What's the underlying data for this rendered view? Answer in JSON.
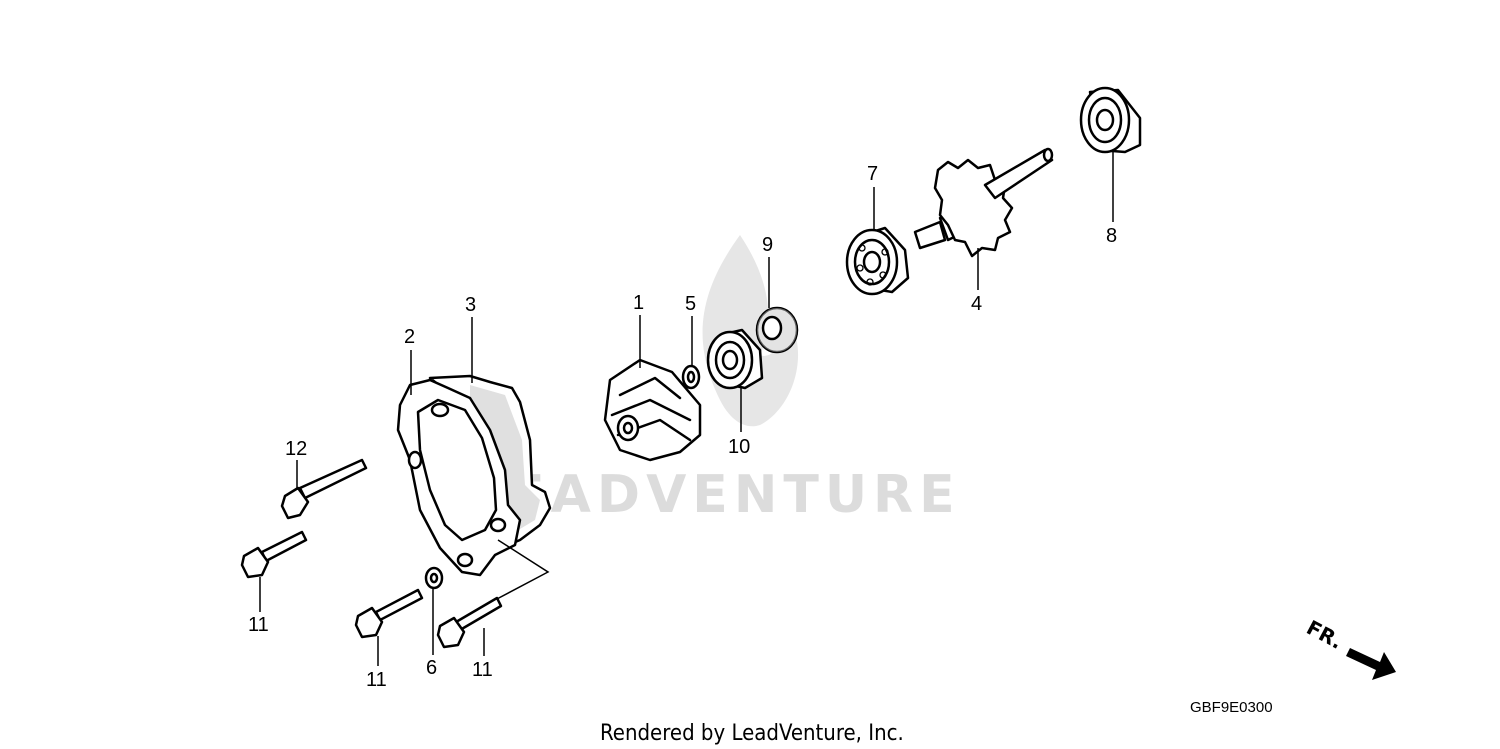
{
  "diagram": {
    "parts": [
      {
        "id": "1",
        "label": "1"
      },
      {
        "id": "2",
        "label": "2"
      },
      {
        "id": "3",
        "label": "3"
      },
      {
        "id": "4",
        "label": "4"
      },
      {
        "id": "5",
        "label": "5"
      },
      {
        "id": "6",
        "label": "6"
      },
      {
        "id": "7",
        "label": "7"
      },
      {
        "id": "8",
        "label": "8"
      },
      {
        "id": "9",
        "label": "9"
      },
      {
        "id": "10",
        "label": "10"
      },
      {
        "id": "11a",
        "label": "11"
      },
      {
        "id": "11b",
        "label": "11"
      },
      {
        "id": "11c",
        "label": "11"
      },
      {
        "id": "12",
        "label": "12"
      }
    ],
    "direction_label": "FR.",
    "diagram_code": "GBF9E0300",
    "watermark": "LEADVENTURE",
    "credit": "Rendered by LeadVenture, Inc."
  }
}
